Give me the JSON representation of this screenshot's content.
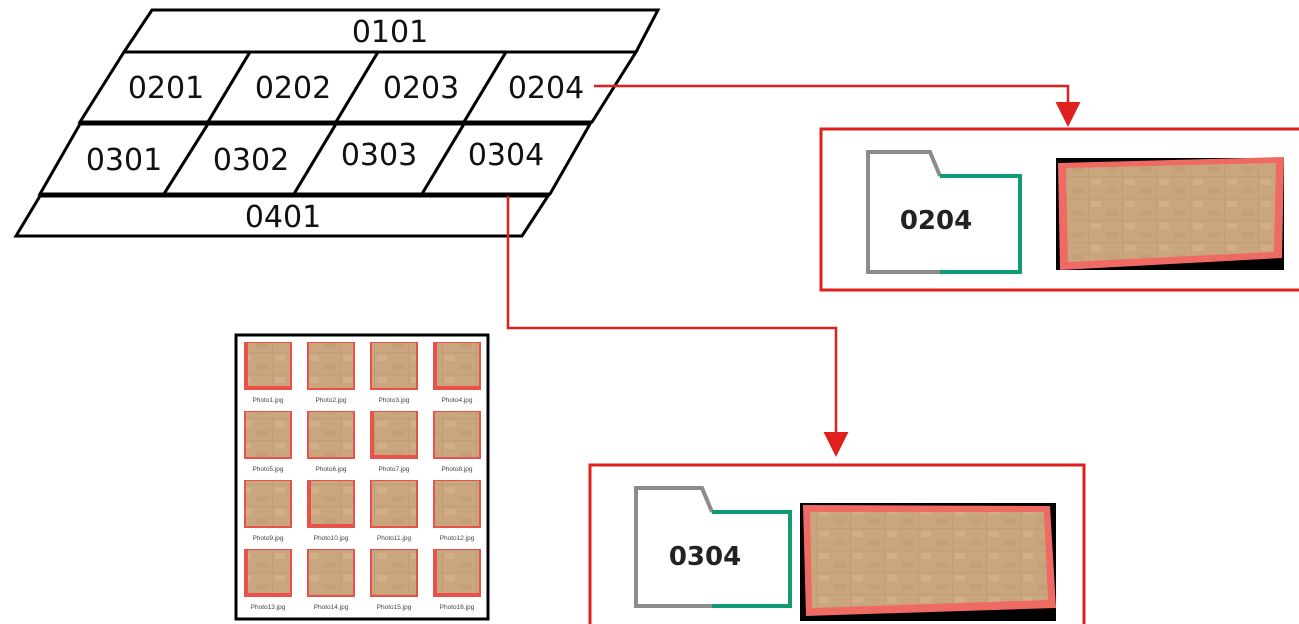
{
  "grid": {
    "rows": [
      [
        "0101"
      ],
      [
        "0201",
        "0202",
        "0203",
        "0204"
      ],
      [
        "0301",
        "0302",
        "0303",
        "0304"
      ],
      [
        "0401"
      ]
    ]
  },
  "callouts": [
    {
      "folder_label": "0204",
      "source_cell": "0204"
    },
    {
      "folder_label": "0304",
      "source_cell": "0304"
    }
  ],
  "photo_grid": {
    "captions": [
      "Photo1.jpg",
      "Photo2.jpg",
      "Photo3.jpg",
      "Photo4.jpg",
      "Photo5.jpg",
      "Photo6.jpg",
      "Photo7.jpg",
      "Photo8.jpg",
      "Photo9.jpg",
      "Photo10.jpg",
      "Photo11.jpg",
      "Photo12.jpg",
      "Photo13.jpg",
      "Photo14.jpg",
      "Photo15.jpg",
      "Photo16.jpg"
    ]
  },
  "colors": {
    "line": "#000000",
    "connector": "#e0201c",
    "folder_gray": "#8c8c8c",
    "folder_green": "#129a74",
    "photo_tan": "#c9a67e",
    "photo_red": "#e8524b"
  }
}
